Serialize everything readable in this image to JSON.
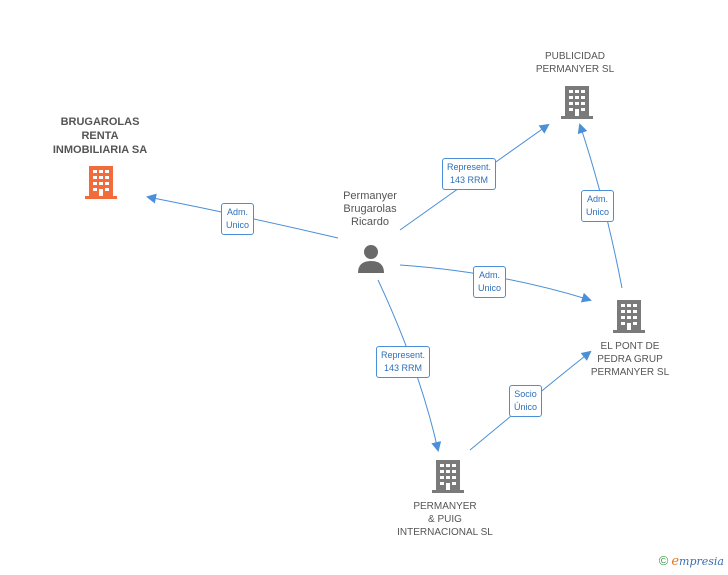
{
  "nodes": {
    "brugarolas": {
      "label": "BRUGAROLAS\nRENTA\nINMOBILIARIA SA",
      "color": "#f26b3a"
    },
    "publicidad": {
      "label": "PUBLICIDAD\nPERMANYER SL",
      "color": "#7a7a7a"
    },
    "person": {
      "label": "Permanyer\nBrugarolas\nRicardo",
      "color": "#6a6a6a"
    },
    "elpont": {
      "label": "EL PONT DE\nPEDRA GRUP\nPERMANYER SL",
      "color": "#7a7a7a"
    },
    "puig": {
      "label": "PERMANYER\n& PUIG\nINTERNACIONAL SL",
      "color": "#7a7a7a"
    }
  },
  "edges": {
    "to_brugarolas": "Adm.\nUnico",
    "to_publicidad": "Represent.\n143 RRM",
    "elpont_to_publicidad": "Adm.\nUnico",
    "to_elpont": "Adm.\nUnico",
    "to_puig": "Represent.\n143 RRM",
    "puig_to_elpont": "Socio\nÚnico"
  },
  "footer": {
    "copyright": "©",
    "brand_e": "e",
    "brand_rest": "mpresia"
  },
  "colors": {
    "edge": "#4a8fd8"
  }
}
